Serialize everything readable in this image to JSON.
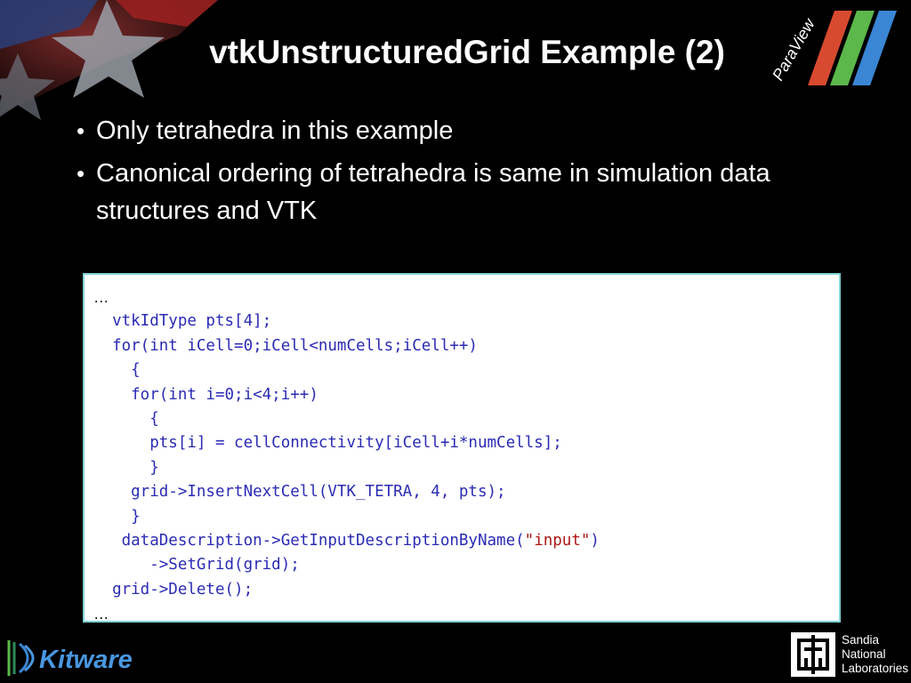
{
  "slide": {
    "title": "vtkUnstructuredGrid Example (2)",
    "bullets": [
      "Only tetrahedra in this example",
      "Canonical ordering of tetrahedra is same in simulation data structures and VTK"
    ],
    "bullet_symbol": "•"
  },
  "code": {
    "lines": [
      "…",
      "  vtkIdType pts[4];",
      "  for(int iCell=0;iCell<numCells;iCell++)",
      "    {",
      "    for(int i=0;i<4;i++)",
      "      {",
      "      pts[i] = cellConnectivity[iCell+i*numCells];",
      "      }",
      "    grid->InsertNextCell(VTK_TETRA, 4, pts);",
      "    }",
      "   dataDescription->GetInputDescriptionByName(\"input\")",
      "      ->SetGrid(grid);",
      "  grid->Delete();",
      "…"
    ]
  },
  "logos": {
    "paraview": "ParaView",
    "kitware": "Kitware",
    "sandia": [
      "Sandia",
      "National",
      "Laboratories"
    ]
  },
  "colors": {
    "background": "#000000",
    "code_keyword": "#2b2bb5",
    "code_string": "#b01818",
    "code_border": "#7fd3d6",
    "kitware_blue": "#4a97e0"
  }
}
